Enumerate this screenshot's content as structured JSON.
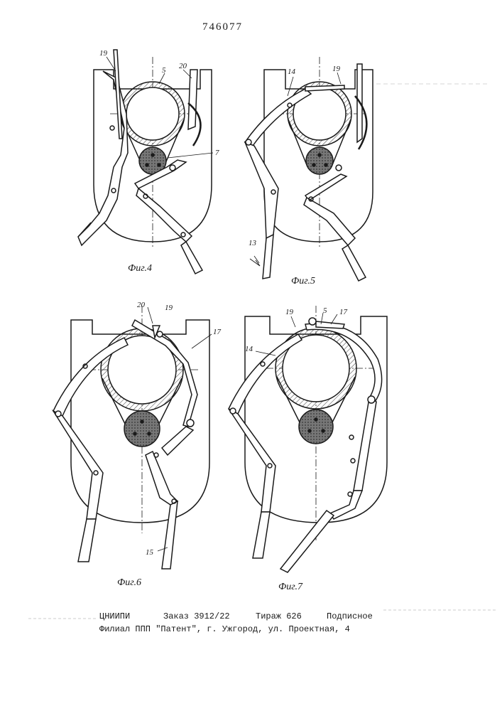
{
  "patent_number": "746077",
  "figures": [
    {
      "caption": "Фиг.4",
      "labels": [
        "19",
        "5",
        "20",
        "7"
      ]
    },
    {
      "caption": "Фиг.5",
      "labels": [
        "14",
        "19",
        "13"
      ]
    },
    {
      "caption": "Фиг.6",
      "labels": [
        "20",
        "19",
        "17",
        "15"
      ]
    },
    {
      "caption": "Фиг.7",
      "labels": [
        "19",
        "5",
        "17",
        "14"
      ]
    }
  ],
  "footer": {
    "org": "ЦНИИПИ",
    "order": "Заказ 3912/22",
    "run": "Тираж 626",
    "subscription": "Подписное",
    "address": "Филиал ППП \"Патент\", г. Ужгород, ул. Проектная, 4"
  },
  "colors": {
    "ink": "#1a1a1a",
    "hatch": "#555555",
    "paper": "#ffffff"
  }
}
